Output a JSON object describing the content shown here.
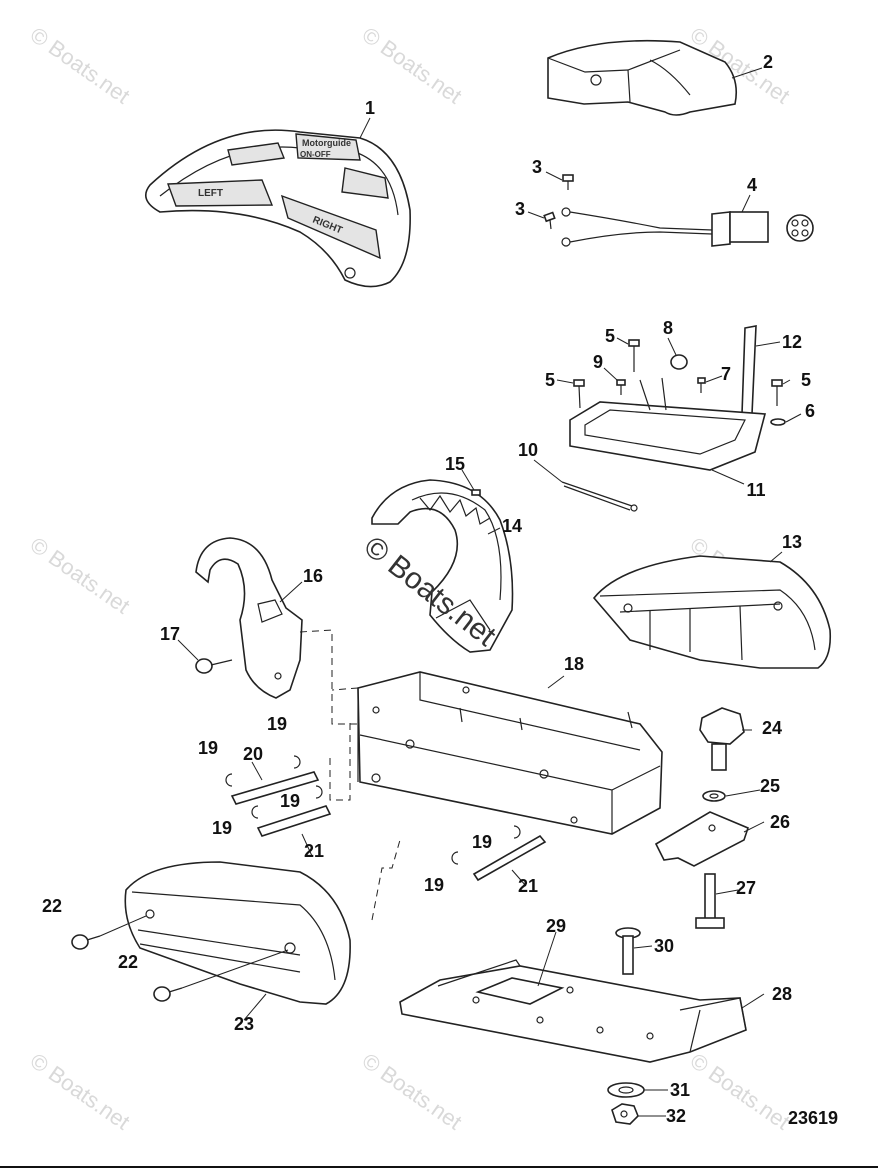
{
  "watermark": "© Boats.net",
  "reference_number": "23619",
  "keypad_labels": {
    "brand": "Motorguide",
    "on_off": "ON-OFF",
    "left": "LEFT",
    "right": "RIGHT"
  },
  "callouts": [
    "1",
    "2",
    "3",
    "3",
    "4",
    "5",
    "5",
    "5",
    "6",
    "7",
    "8",
    "9",
    "10",
    "11",
    "12",
    "13",
    "14",
    "15",
    "16",
    "17",
    "18",
    "19",
    "19",
    "19",
    "19",
    "19",
    "19",
    "20",
    "21",
    "21",
    "22",
    "22",
    "23",
    "24",
    "25",
    "26",
    "27",
    "28",
    "29",
    "30",
    "31",
    "32"
  ]
}
